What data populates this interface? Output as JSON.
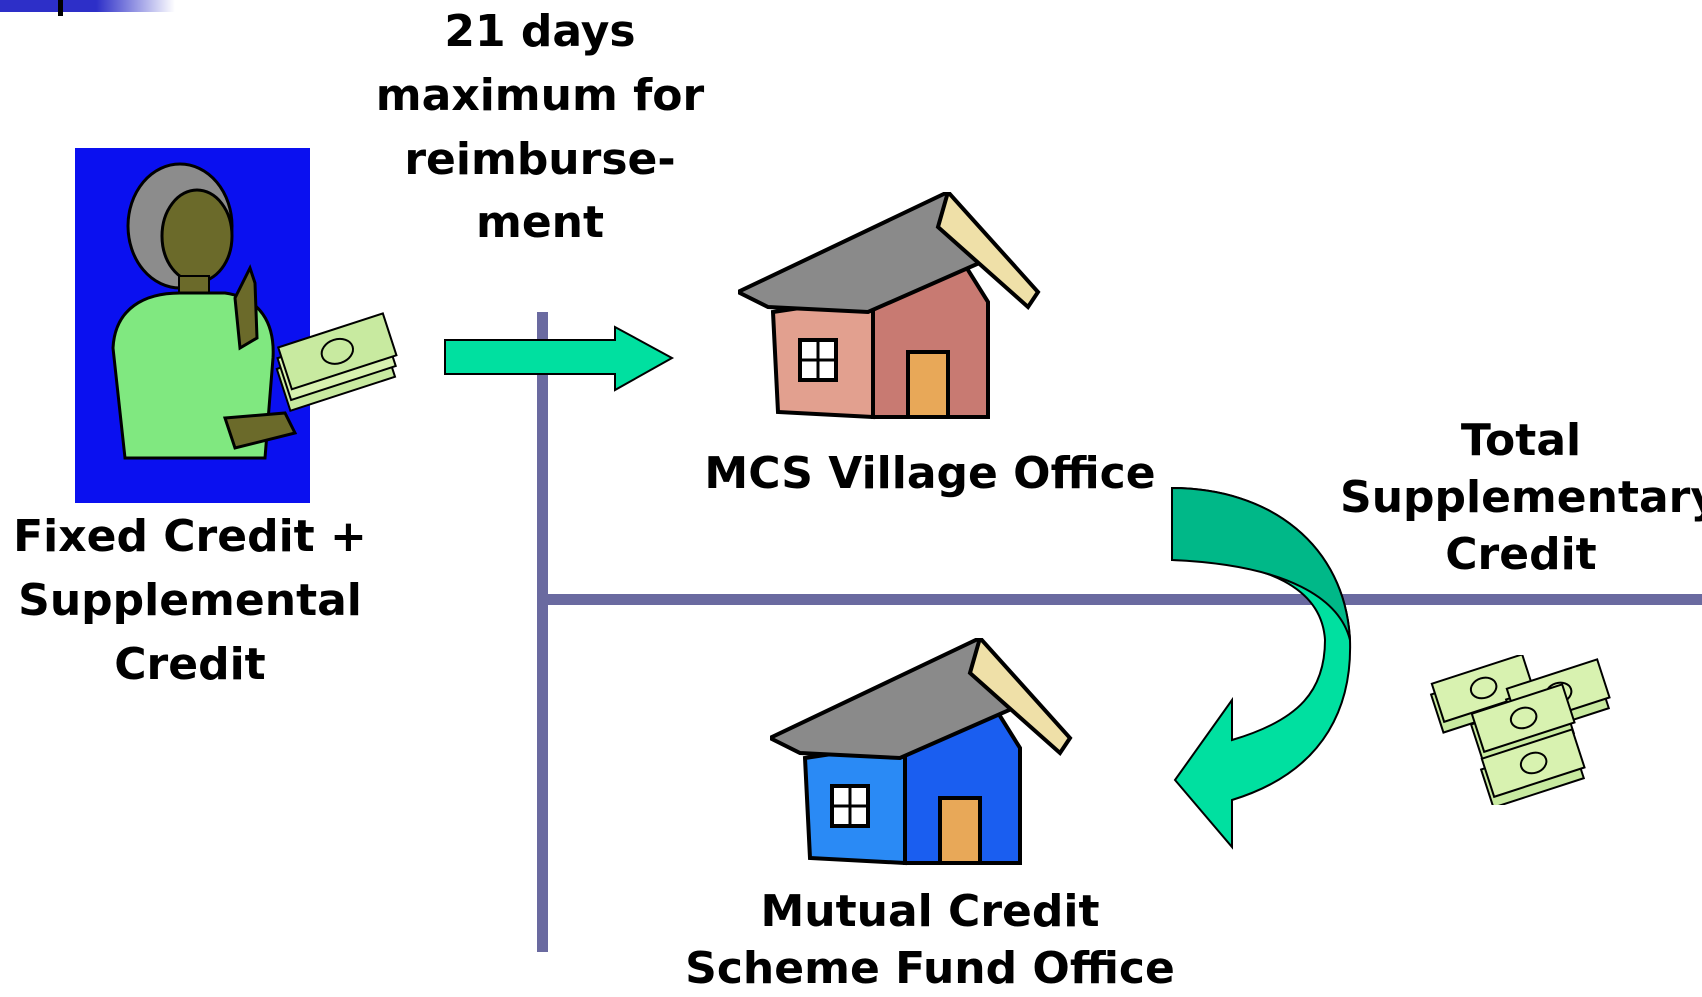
{
  "labels": {
    "timeline": "21 days\nmaximum for\nreimburse-\nment",
    "person": "Fixed Credit +\nSupplemental\nCredit",
    "village_office": "MCS Village Office",
    "fund_office": "Mutual Credit\nScheme Fund Office",
    "total_credit": "Total\nSupplementary\nCredit"
  },
  "colors": {
    "background": "#ffffff",
    "axis_line": "#6a6aa0",
    "arrow": "#00e0a0",
    "arrow_dark": "#00b888",
    "person_panel": "#0a10f0",
    "shirt": "#80e880",
    "village_house": "#c87a72",
    "fund_house": "#1a5ef0",
    "roof": "#8a8a8a",
    "money": "#c8eaa0"
  },
  "icons": [
    "person-with-money-icon",
    "village-house-icon",
    "fund-house-icon",
    "money-stack-icon"
  ]
}
